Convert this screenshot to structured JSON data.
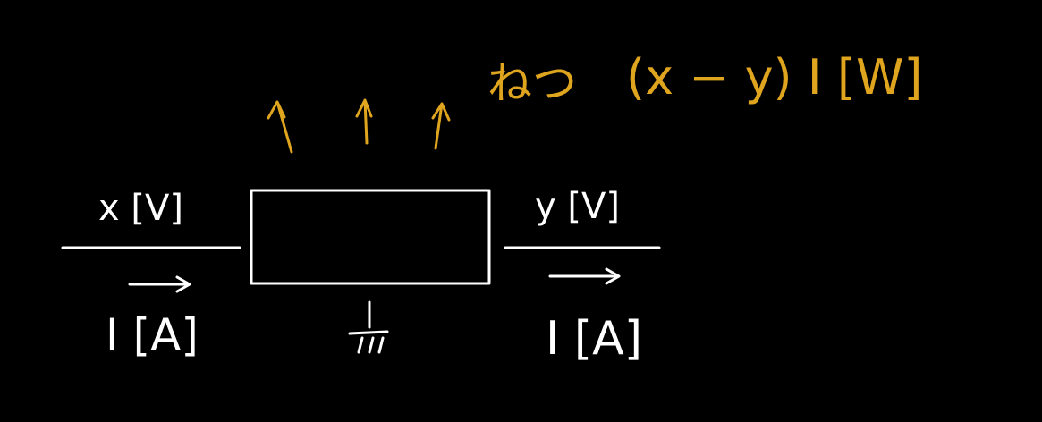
{
  "colors": {
    "background": "#000000",
    "ink_white": "#ffffff",
    "ink_gold": "#e0a51e"
  },
  "heat_label": {
    "kanji": "ねつ",
    "formula": "(x − y) I [W]"
  },
  "input": {
    "voltage": "x [V]",
    "current": "I [A]"
  },
  "output": {
    "voltage": "y [V]",
    "current": "I [A]"
  },
  "icons": {
    "heat_arrows": "arrow-up-icon",
    "ground": "ground-icon",
    "current_arrows": "arrow-right-icon"
  }
}
